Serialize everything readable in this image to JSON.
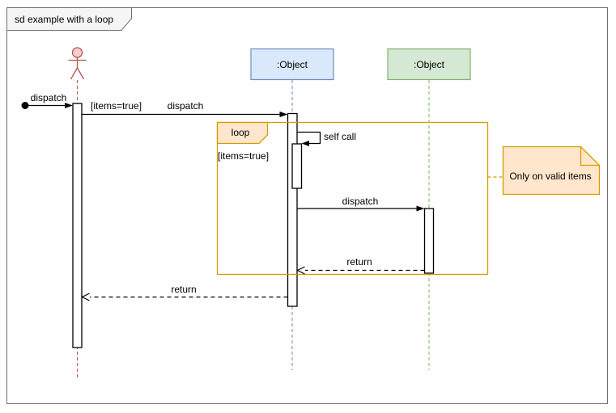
{
  "frame": {
    "title": "sd example with a loop",
    "border_color": "#6e6e6e",
    "tab_fill": "#f5f5f5"
  },
  "lifelines": [
    {
      "type": "actor",
      "stroke": "#b85450",
      "fill": "#f8cecc"
    },
    {
      "type": "object",
      "label": ":Object",
      "fill": "#dae8fc",
      "stroke": "#6c8ebf"
    },
    {
      "type": "object",
      "label": ":Object",
      "fill": "#d5e8d4",
      "stroke": "#82b366"
    }
  ],
  "messages": [
    {
      "label": "dispatch",
      "kind": "sync",
      "from": "start",
      "to": "actor"
    },
    {
      "guard": "[items=true]",
      "label": "dispatch",
      "kind": "sync",
      "from": "actor",
      "to": "object1"
    },
    {
      "label": "self call",
      "kind": "self",
      "from": "object1",
      "to": "object1"
    },
    {
      "label": "dispatch",
      "kind": "sync",
      "from": "object1",
      "to": "object2"
    },
    {
      "label": "return",
      "kind": "return",
      "from": "object2",
      "to": "object1"
    },
    {
      "label": "return",
      "kind": "return",
      "from": "object1",
      "to": "actor"
    }
  ],
  "fragment": {
    "operator": "loop",
    "guard": "[items=true]",
    "stroke": "#d79b00",
    "label_fill": "#ffe6cc"
  },
  "note": {
    "text": "Only on valid items",
    "fill": "#ffe6cc",
    "stroke": "#d79b00"
  }
}
